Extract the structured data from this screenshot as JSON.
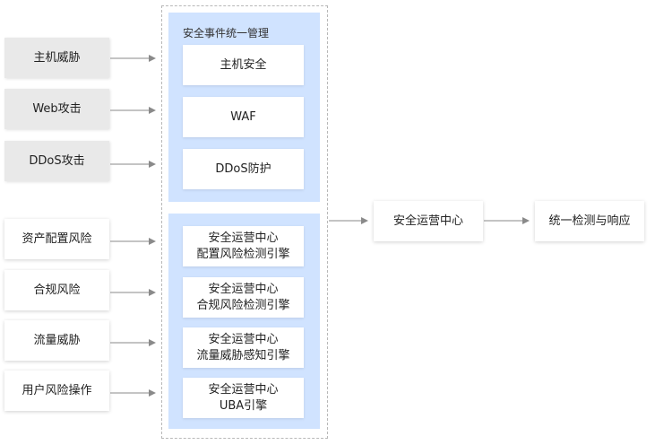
{
  "sources_top": [
    "主机威胁",
    "Web攻击",
    "DDoS攻击"
  ],
  "sources_bottom": [
    "资产配置风险",
    "合规风险",
    "流量威胁",
    "用户风险操作"
  ],
  "group1": {
    "title": "安全事件统一管理",
    "items": [
      "主机安全",
      "WAF",
      "DDoS防护"
    ]
  },
  "group2": {
    "items": [
      {
        "line1": "安全运营中心",
        "line2": "配置风险检测引擎"
      },
      {
        "line1": "安全运营中心",
        "line2": "合规风险检测引擎"
      },
      {
        "line1": "安全运营中心",
        "line2": "流量威胁感知引擎"
      },
      {
        "line1": "安全运营中心",
        "line2": "UBA引擎"
      }
    ]
  },
  "center": "安全运营中心",
  "final": "统一检测与响应",
  "colors": {
    "panel": "#d0e3ff",
    "arrow": "#8a8a8a",
    "source_gray": "#e9e9e9"
  }
}
